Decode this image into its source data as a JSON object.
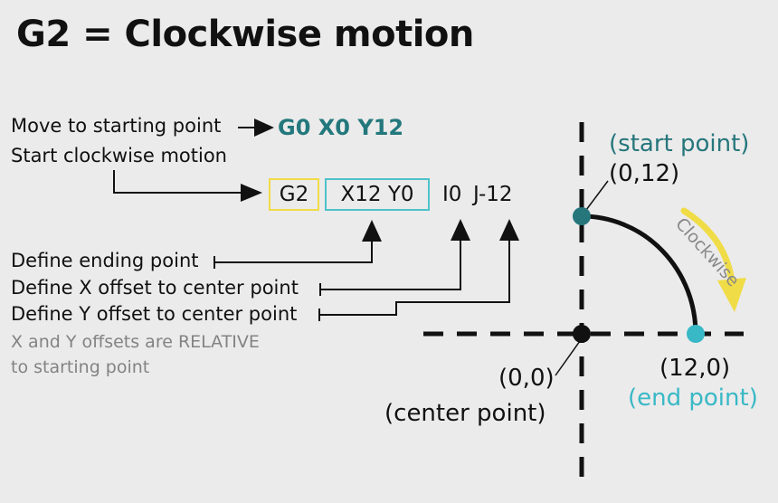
{
  "title": "G2 = Clockwise motion",
  "left": {
    "move_label": "Move to starting point",
    "move_code": "G0 X0 Y12",
    "start_label": "Start clockwise motion",
    "code_g2": "G2",
    "code_xy": "X12 Y0",
    "code_i": "I0",
    "code_j": "J-12",
    "define_end": "Define ending point",
    "define_x": "Define X offset to center point",
    "define_y": "Define Y offset to center point",
    "note_line1": "X and Y offsets are RELATIVE",
    "note_line2": "to starting point"
  },
  "right": {
    "start_paren_label": "(start point)",
    "start_coord": "(0,12)",
    "arc_label": "Clockwise",
    "center_coord": "(0,0)",
    "center_paren_label": "(center point)",
    "end_coord": "(12,0)",
    "end_paren_label": "(end point)"
  },
  "colors": {
    "background": "#ebebeb",
    "teal_dark": "#26767c",
    "teal_light": "#39b8c6",
    "yellow": "#f0dc47",
    "gray_text": "#838383"
  },
  "icons": [
    "arrow-right-icon",
    "arrow-up-icon",
    "curved-arrow-icon"
  ]
}
